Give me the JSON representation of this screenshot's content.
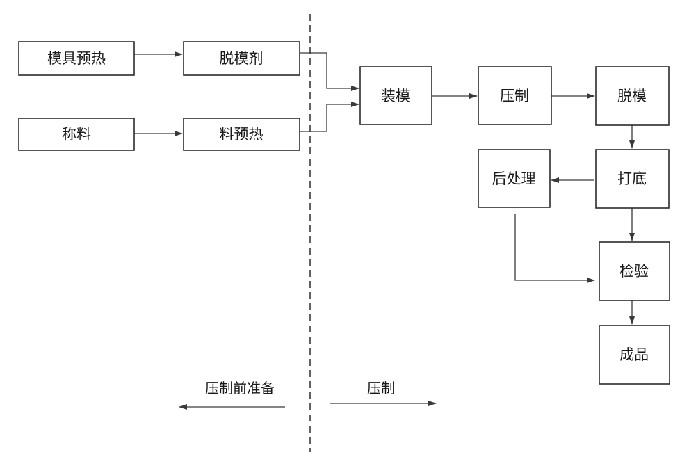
{
  "steps": {
    "mold_preheat": "模具预热",
    "release_agent": "脱模剂",
    "weighing": "称料",
    "material_preheat": "料预热",
    "loading": "装模",
    "pressing": "压制",
    "demolding": "脱模",
    "post_processing": "后处理",
    "finishing": "打底",
    "inspection": "检验",
    "product": "成品"
  },
  "phases": {
    "preparation": "压制前准备",
    "pressing": "压制"
  }
}
